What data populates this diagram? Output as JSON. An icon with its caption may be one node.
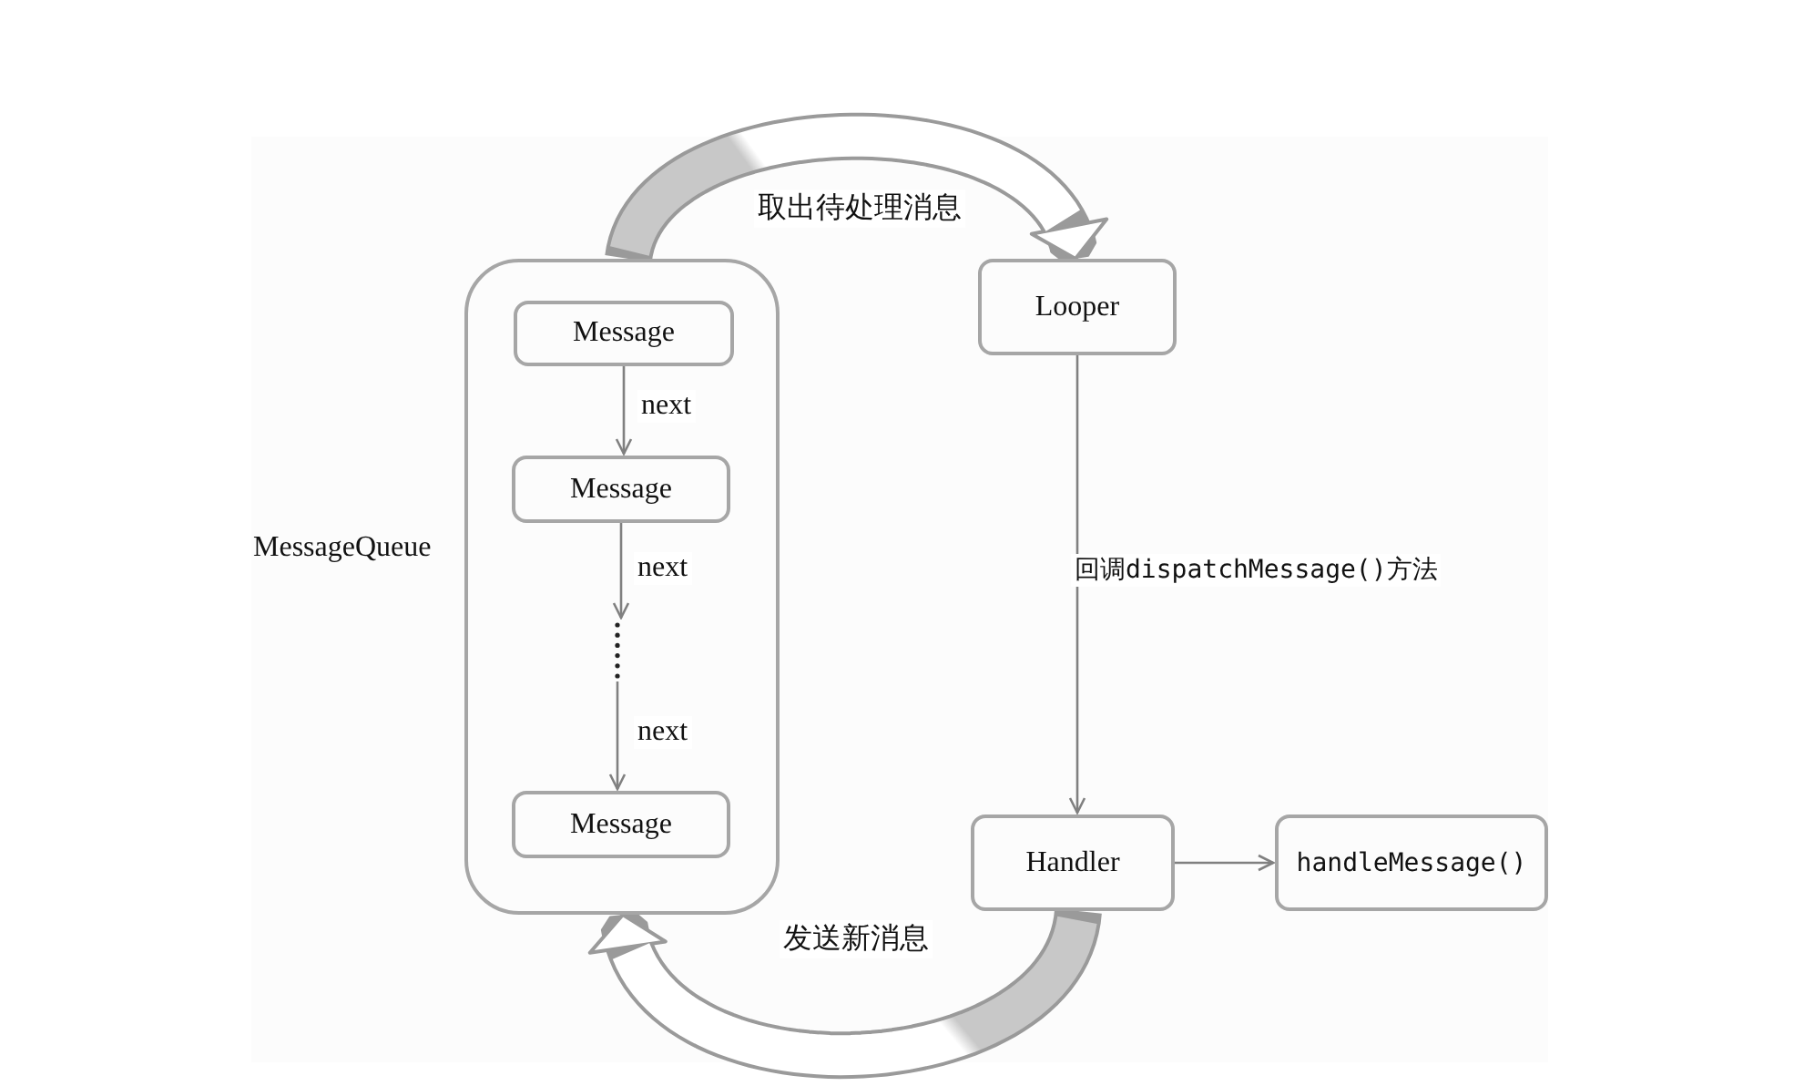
{
  "diagram": {
    "nodes": [
      {
        "text": [
          "MessageQueue"
        ]
      },
      {
        "text": [
          "Message"
        ],
        "in": 0
      },
      {
        "text": [
          "Message"
        ],
        "in": 0
      },
      {
        "text": [],
        "shape": "dots",
        "in": 0
      },
      {
        "text": [
          "Message"
        ],
        "in": 0
      },
      {
        "text": [
          "Looper"
        ]
      },
      {
        "text": [
          "Handler"
        ]
      },
      {
        "text": [
          "handleMessage()"
        ]
      }
    ],
    "edges": [
      {
        "from": 1,
        "to": 2,
        "arrow": "to",
        "label": "next"
      },
      {
        "from": 2,
        "to": 3,
        "arrow": "to",
        "label": "next"
      },
      {
        "from": 3,
        "to": 4,
        "arrow": "to",
        "label": "next"
      },
      {
        "from": 0,
        "to": 5,
        "arrow": "to",
        "label": "取出待处理消息",
        "style": "thick"
      },
      {
        "from": 5,
        "to": 6,
        "arrow": "to",
        "label": "回调dispatchMessage()方法"
      },
      {
        "from": 6,
        "to": 7,
        "arrow": "to"
      },
      {
        "from": 6,
        "to": 0,
        "arrow": "to",
        "label": "发送新消息",
        "style": "thick"
      }
    ]
  }
}
